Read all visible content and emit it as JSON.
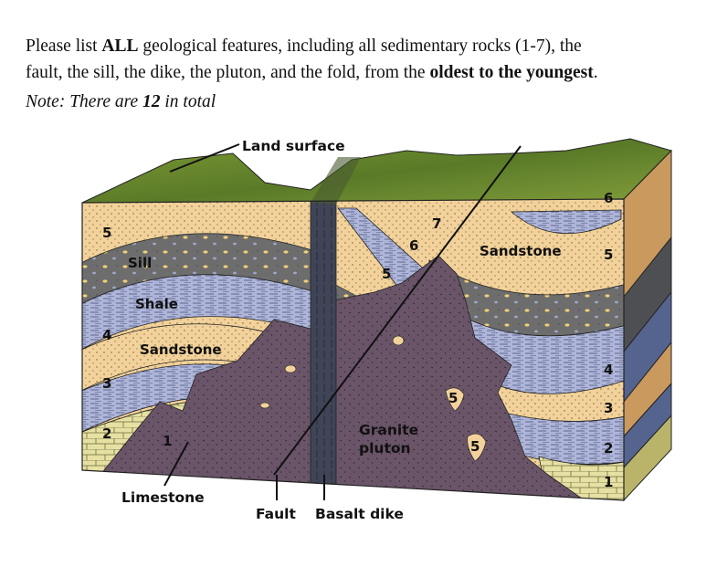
{
  "question": {
    "line1_pre": "Please list ",
    "line1_bold": "ALL",
    "line1_post": " geological features, including all sedimentary rocks (1-7), the",
    "line2_pre": "fault, the sill, the dike, the pluton, and the fold, from the ",
    "line2_bold": "oldest to the youngest",
    "line2_post": "."
  },
  "note": {
    "pre": "Note: There are ",
    "bold": "12",
    "post": " in total"
  },
  "diagram": {
    "labels": {
      "land_surface": "Land surface",
      "sill": "Sill",
      "shale": "Shale",
      "sandstone_left": "Sandstone",
      "sandstone_right": "Sandstone",
      "limestone": "Limestone",
      "fault": "Fault",
      "basalt_dike": "Basalt dike",
      "granite": "Granite",
      "pluton": "pluton"
    },
    "layer_numbers": {
      "left_5": "5",
      "left_4": "4",
      "left_3": "3",
      "left_2": "2",
      "left_1": "1",
      "mid_5": "5",
      "mid_6": "6",
      "mid_7": "7",
      "right_6": "6",
      "right_5": "5",
      "right_4": "4",
      "right_3": "3",
      "right_2": "2",
      "right_1": "1",
      "xenolith_a": "5",
      "xenolith_b": "5"
    },
    "colors": {
      "sandstone": "#f2d29a",
      "shale": "#a9b0d4",
      "sill": "#6e6f6e",
      "limestone": "#e4df9e",
      "pluton": "#6a5468",
      "dike": "#3f4456",
      "land": "#6f8a2e",
      "side_sandstone": "#c9995e",
      "side_shale": "#55638f"
    }
  }
}
